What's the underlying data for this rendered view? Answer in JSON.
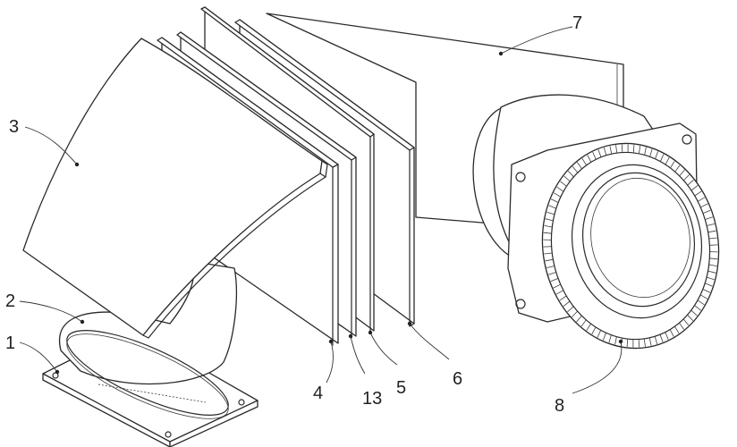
{
  "labels": {
    "l1": "1",
    "l2": "2",
    "l3": "3",
    "l4": "4",
    "l5": "5",
    "l6": "6",
    "l7": "7",
    "l8": "8",
    "l13": "13"
  }
}
